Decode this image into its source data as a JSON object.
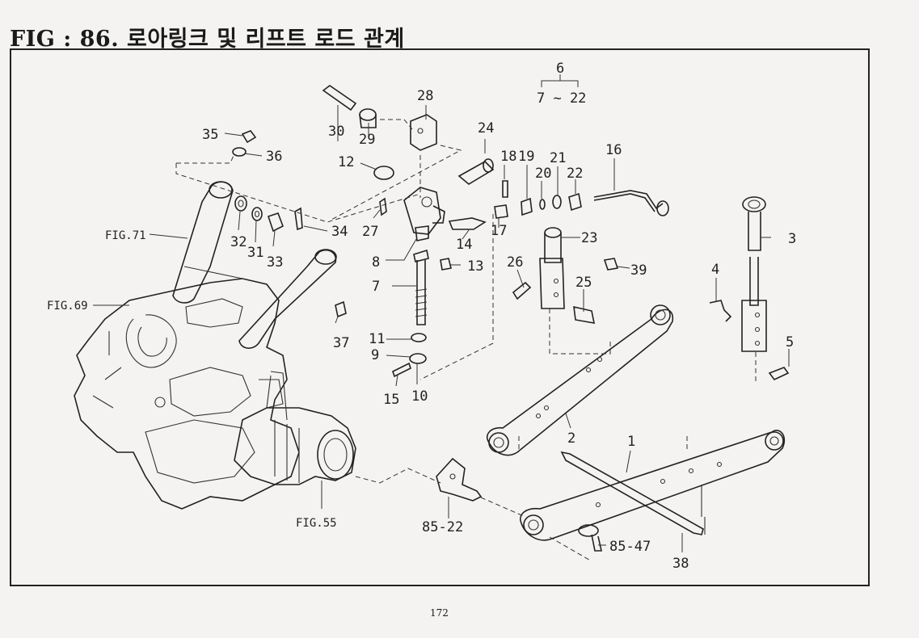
{
  "title": "FIG : 86.  로아링크 및 리프트 로드 관계",
  "page_number": "172",
  "ref_figures": {
    "fig71": "FIG.71",
    "fig69": "FIG.69",
    "fig55": "FIG.55"
  },
  "group": {
    "number": "6",
    "range": "7 ~ 22"
  },
  "labels": {
    "p1": "1",
    "p2": "2",
    "p3": "3",
    "p4": "4",
    "p5": "5",
    "p7": "7",
    "p8": "8",
    "p9": "9",
    "p10": "10",
    "p11": "11",
    "p12": "12",
    "p13": "13",
    "p14": "14",
    "p15": "15",
    "p16": "16",
    "p17": "17",
    "p18": "18",
    "p19": "19",
    "p20": "20",
    "p21": "21",
    "p22": "22",
    "p23": "23",
    "p24": "24",
    "p25": "25",
    "p26": "26",
    "p27": "27",
    "p28": "28",
    "p29": "29",
    "p30": "30",
    "p31": "31",
    "p32": "32",
    "p33": "33",
    "p34": "34",
    "p35": "35",
    "p36": "36",
    "p37": "37",
    "p38": "38",
    "p39": "39",
    "p85_22": "85-22",
    "p85_47": "85-47"
  }
}
